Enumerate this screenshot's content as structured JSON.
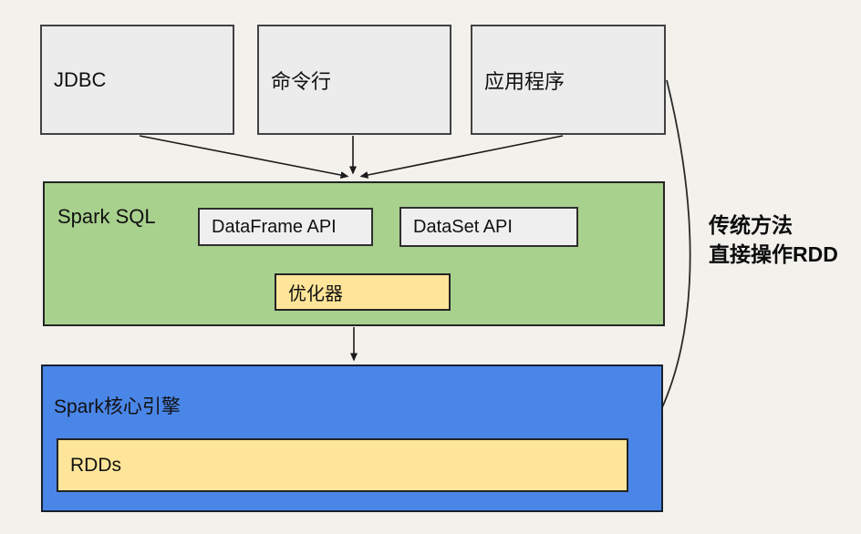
{
  "diagram": {
    "title": "Spark SQL architecture diagram",
    "type": "flowchart"
  },
  "colors": {
    "background": "#f3f1ec",
    "gray_box_fill": "#ececec",
    "green_box_fill": "#a9d18e",
    "yellow_box_fill": "#ffe599",
    "blue_box_fill": "#4a86e8",
    "border_dark": "#242424",
    "arrow": "#1a1a1a"
  },
  "nodes": {
    "jdbc": {
      "label": "JDBC"
    },
    "cli": {
      "label": "命令行"
    },
    "app": {
      "label": "应用程序"
    },
    "spark_sql": {
      "label": "Spark SQL"
    },
    "dataframe_api": {
      "label": "DataFrame API"
    },
    "dataset_api": {
      "label": "DataSet API"
    },
    "optimizer": {
      "label": "优化器"
    },
    "spark_core": {
      "label": "Spark核心引擎"
    },
    "rdds": {
      "label": "RDDs"
    }
  },
  "edges": [
    {
      "from": "jdbc",
      "to": "spark_sql",
      "style": "straight-arrow"
    },
    {
      "from": "cli",
      "to": "spark_sql",
      "style": "straight-arrow"
    },
    {
      "from": "app",
      "to": "spark_sql",
      "style": "straight-arrow"
    },
    {
      "from": "spark_sql",
      "to": "spark_core",
      "style": "straight-arrow"
    },
    {
      "from": "app",
      "to": "rdds",
      "style": "curved-line",
      "label": "传统方法 直接操作RDD"
    }
  ],
  "annotation": {
    "line1": "传统方法",
    "line2": "直接操作RDD"
  }
}
